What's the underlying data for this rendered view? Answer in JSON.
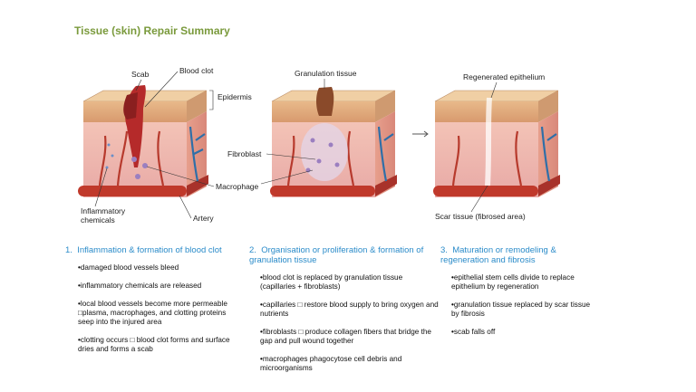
{
  "title": "Tissue (skin) Repair Summary",
  "figure": {
    "labels": {
      "scab": "Scab",
      "blood_clot": "Blood clot",
      "epidermis": "Epidermis",
      "inflammatory_chemicals": "Inflammatory\nchemicals",
      "macrophage": "Macrophage",
      "artery": "Artery",
      "granulation_tissue": "Granulation tissue",
      "fibroblast": "Fibroblast",
      "regenerated_epithelium": "Regenerated epithelium",
      "scar_tissue": "Scar tissue (fibrosed area)"
    }
  },
  "steps": [
    {
      "number": "1.",
      "heading": "Inflammation & formation of blood clot",
      "bullets": [
        "damaged blood vessels bleed",
        "inflammatory chemicals are released",
        "local blood vessels become more permeable □plasma, macrophages, and clotting proteins seep into the injured area",
        "clotting occurs □ blood clot forms and surface dries and forms a scab"
      ]
    },
    {
      "number": "2.",
      "heading": "Organisation or proliferation & formation of granulation tissue",
      "bullets": [
        "blood clot is replaced by granulation tissue (capillaries + fibroblasts)",
        "capillaries □ restore blood supply to bring oxygen and nutrients",
        "fibroblasts □ produce collagen fibers that bridge the gap and pull wound together",
        "macrophages phagocytose cell debris and microorganisms"
      ]
    },
    {
      "number": "3.",
      "heading": "Maturation or remodeling & regeneration and fibrosis",
      "bullets": [
        "epithelial stem cells divide to replace epithelium by regeneration",
        "granulation tissue replaced by scar tissue by fibrosis",
        "scab falls off"
      ]
    }
  ]
}
